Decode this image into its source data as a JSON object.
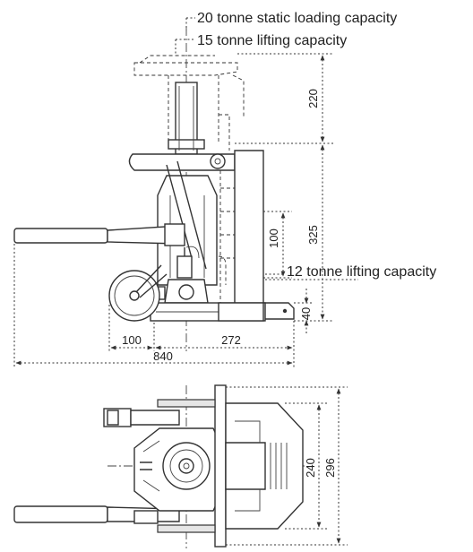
{
  "callouts": {
    "static_capacity": "20 tonne static loading capacity",
    "lift15": "15 tonne lifting capacity",
    "lift12": "12 tonne lifting capacity"
  },
  "dimensions": {
    "d220": "220",
    "d325": "325",
    "d100_vertical": "100",
    "d40": "40",
    "d100_horizontal": "100",
    "d272": "272",
    "d840": "840",
    "d240": "240",
    "d296": "296"
  }
}
